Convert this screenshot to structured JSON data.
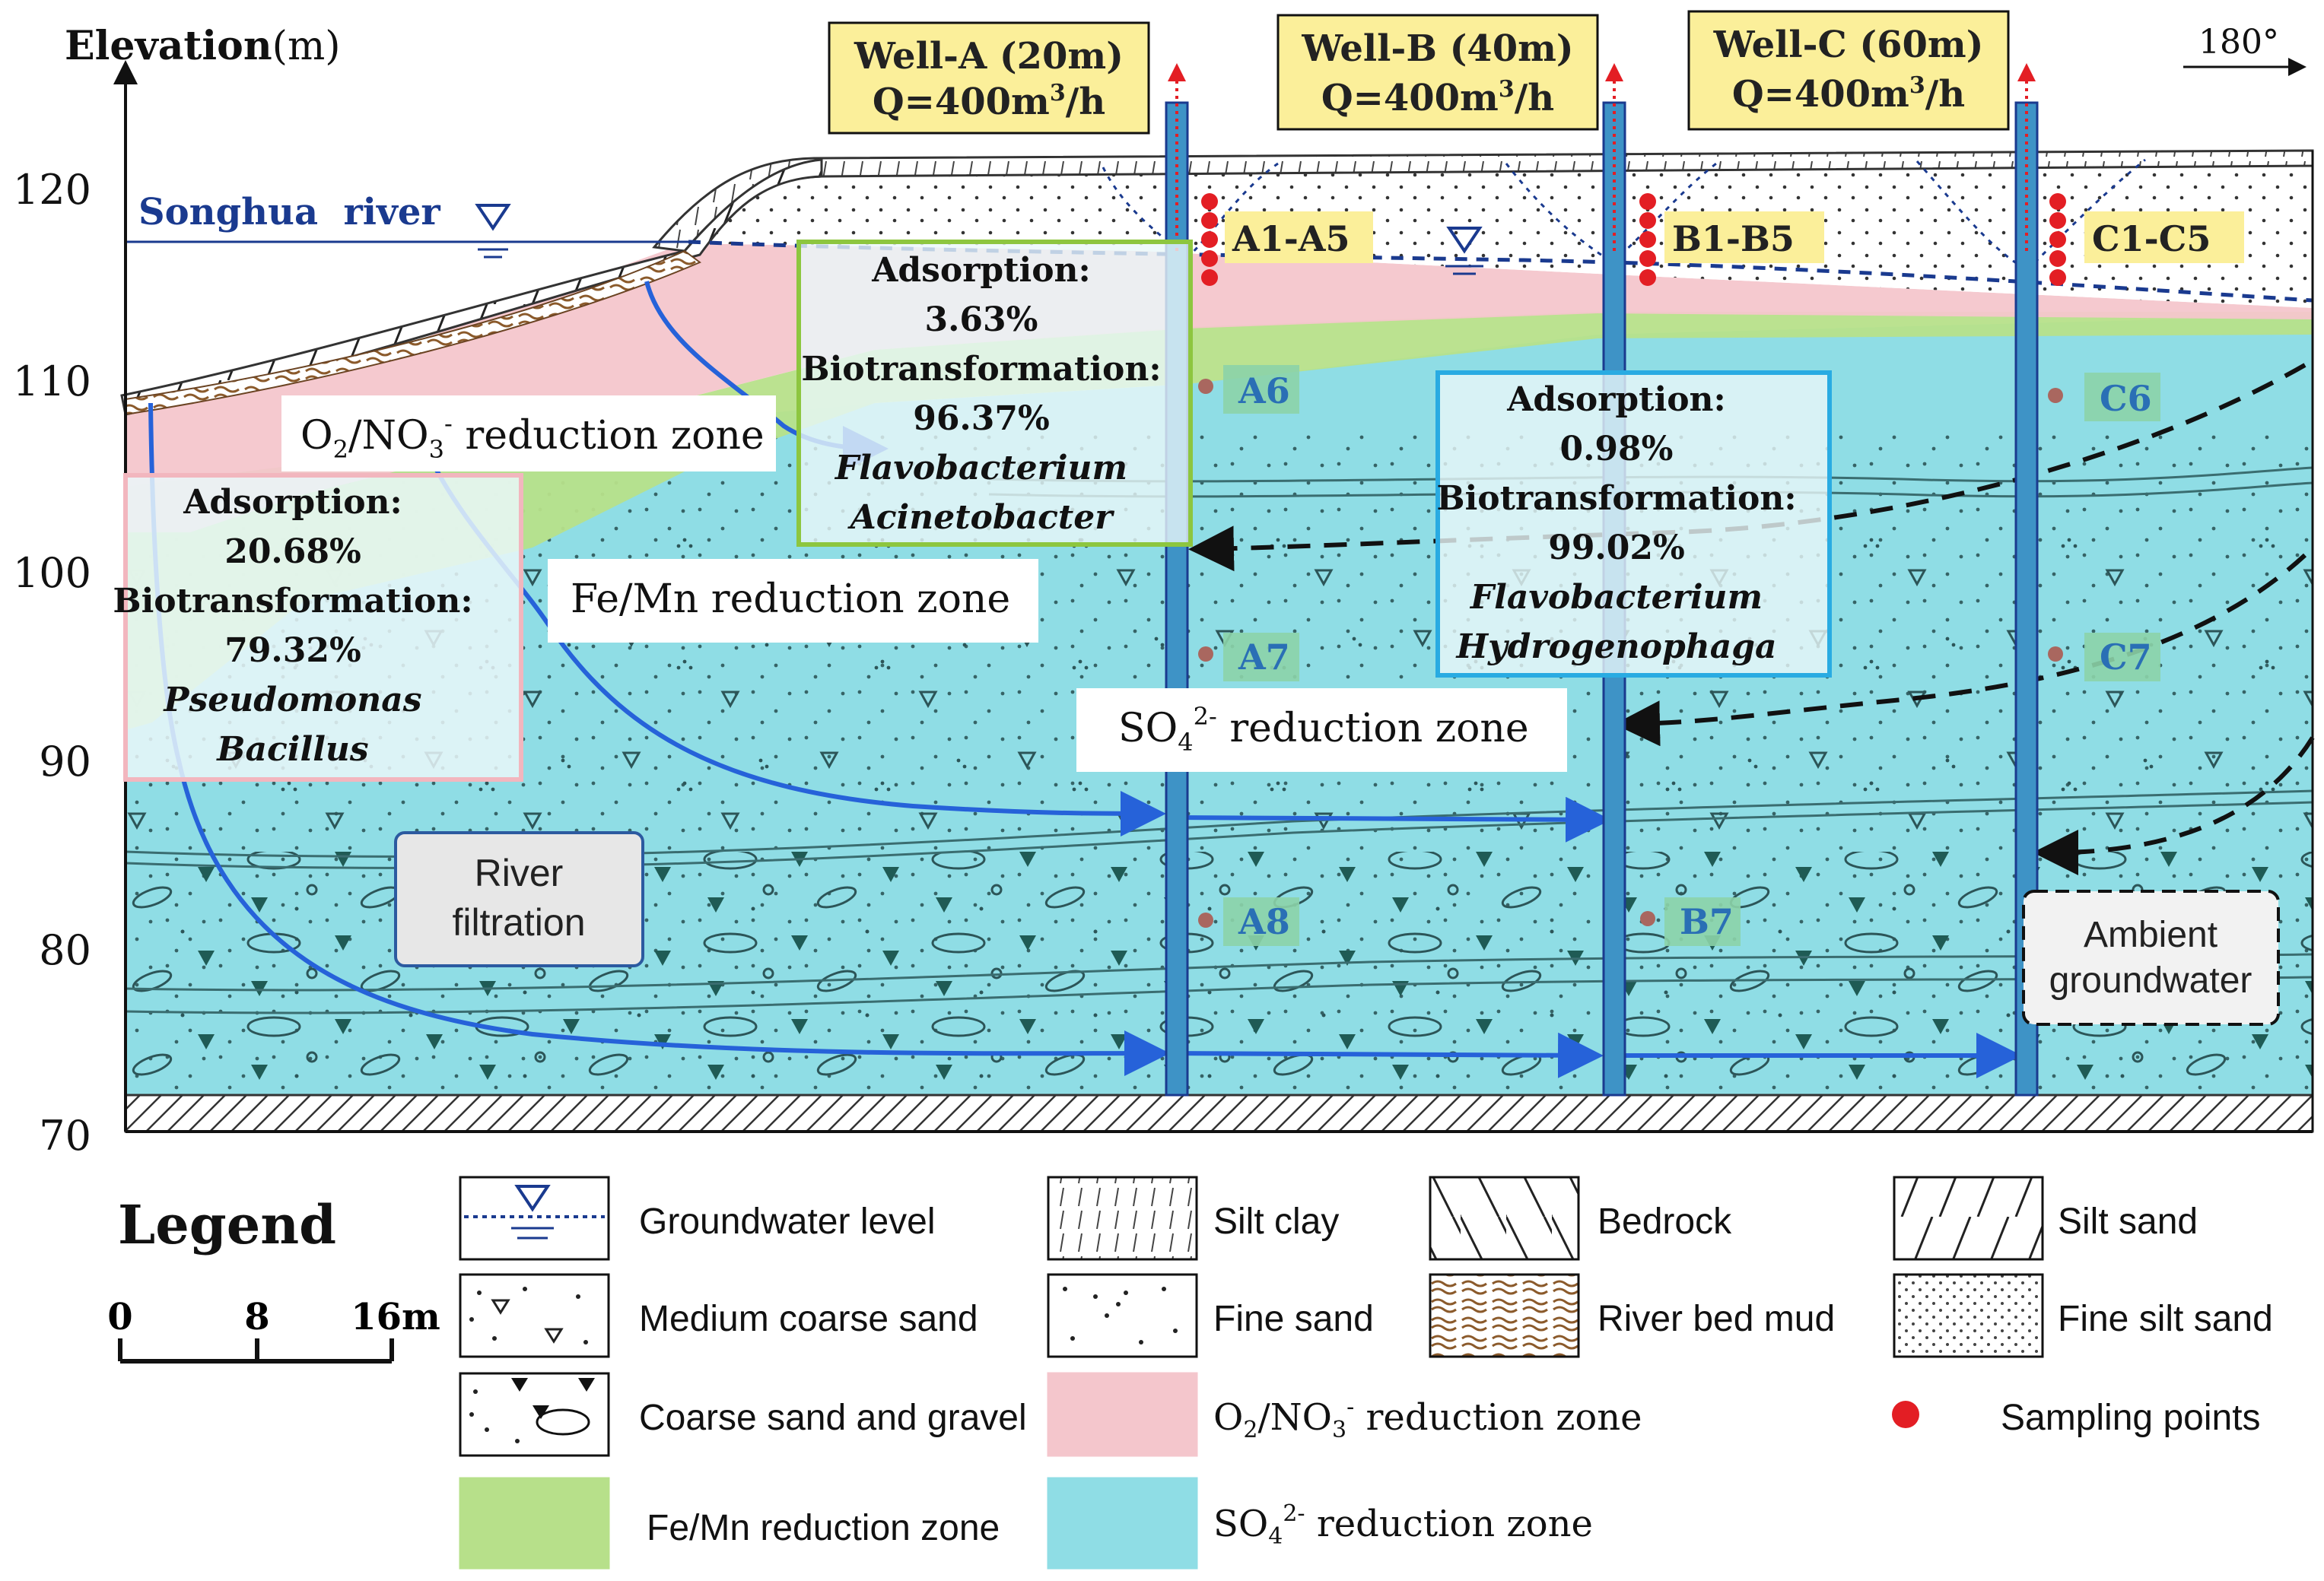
{
  "axis": {
    "title": "Elevation",
    "unit": "(m)",
    "ticks": [
      120,
      110,
      100,
      90,
      80,
      70
    ]
  },
  "direction_label": "180°",
  "river": {
    "label": "Songhua  river"
  },
  "wells": [
    {
      "line1": "Well-A (20m)",
      "line2": "Q=400m",
      "sup": "3",
      "line2_end": "/h",
      "samples": "A1-A5"
    },
    {
      "line1": "Well-B (40m)",
      "line2": "Q=400m",
      "sup": "3",
      "line2_end": "/h",
      "samples": "B1-B5"
    },
    {
      "line1": "Well-C (60m)",
      "line2": "Q=400m",
      "sup": "3",
      "line2_end": "/h",
      "samples": "C1-C5"
    }
  ],
  "sample_labels": [
    "A6",
    "C6",
    "A7",
    "C7",
    "A8",
    "B7"
  ],
  "zones": {
    "o2_no3": {
      "pre": "O",
      "sub1": "2",
      "mid": "/NO",
      "sub2": "3",
      "sup": "-",
      "post": " reduction zone"
    },
    "fe_mn": "Fe/Mn reduction zone",
    "so4": {
      "pre": "SO",
      "sub": "4",
      "sup": "2-",
      "post": " reduction zone"
    }
  },
  "boxes": {
    "pink": {
      "l1": "Adsorption:",
      "l2": "20.68%",
      "l3": "Biotransformation:",
      "l4": "79.32%",
      "l5": "Pseudomonas",
      "l6": "Bacillus"
    },
    "green": {
      "l1": "Adsorption:",
      "l2": "3.63%",
      "l3": "Biotransformation:",
      "l4": "96.37%",
      "l5": "Flavobacterium",
      "l6": "Acinetobacter"
    },
    "blue": {
      "l1": "Adsorption:",
      "l2": "0.98%",
      "l3": "Biotransformation:",
      "l4": "99.02%",
      "l5": "Flavobacterium",
      "l6": "Hydrogenophaga"
    }
  },
  "labels": {
    "river_filtration_1": "River",
    "river_filtration_2": "filtration",
    "ambient_1": "Ambient",
    "ambient_2": "groundwater"
  },
  "legend": {
    "title": "Legend",
    "scale": [
      "0",
      "8",
      "16m"
    ],
    "items": {
      "groundwater_level": "Groundwater level",
      "silt_clay": "Silt clay",
      "bedrock": "Bedrock",
      "silt_sand": "Silt sand",
      "medium_coarse_sand": "Medium coarse sand",
      "fine_sand": "Fine sand",
      "river_bed_mud": "River bed mud",
      "fine_silt_sand": "Fine silt sand",
      "coarse_sand_gravel": "Coarse sand and gravel",
      "o2_zone": {
        "pre": "O",
        "sub1": "2",
        "mid": "/NO",
        "sub2": "3",
        "sup": "-",
        "post": " reduction zone"
      },
      "sampling_points": "Sampling points",
      "fe_mn_zone": "Fe/Mn reduction zone",
      "so4_zone": {
        "pre": "SO",
        "sub": "4",
        "sup": "2-",
        "post": " reduction zone"
      }
    }
  },
  "colors": {
    "pink_zone": "#f4c6cc",
    "green_zone": "#b7e08a",
    "cyan_zone": "#8fdde5",
    "well_label_bg": "#fbef9a",
    "box_border_pink": "#f2b6be",
    "box_border_green": "#8dc63f",
    "box_border_blue": "#29abe2",
    "flow_arrow": "#2662d9",
    "sample_dot": "#e31e24"
  }
}
